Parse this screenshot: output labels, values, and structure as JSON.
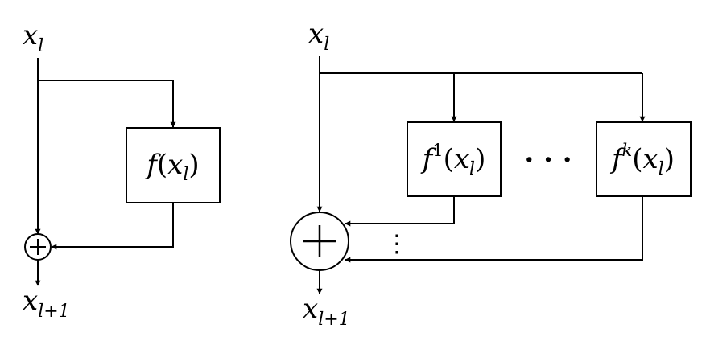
{
  "left_block": {
    "input": {
      "base": "x",
      "sub": "l"
    },
    "function": {
      "name": "f",
      "arg_base": "x",
      "arg_sub": "l"
    },
    "output": {
      "base": "x",
      "sub": "l+1"
    }
  },
  "right_block": {
    "input": {
      "base": "x",
      "sub": "l"
    },
    "function_1": {
      "name": "f",
      "sup": "1",
      "arg_base": "x",
      "arg_sub": "l"
    },
    "ellipsis": "· · ·",
    "function_k": {
      "name": "f",
      "sup": "k",
      "arg_base": "x",
      "arg_sub": "l"
    },
    "output": {
      "base": "x",
      "sub": "l+1"
    },
    "vertical_ellipsis": "⋮"
  }
}
